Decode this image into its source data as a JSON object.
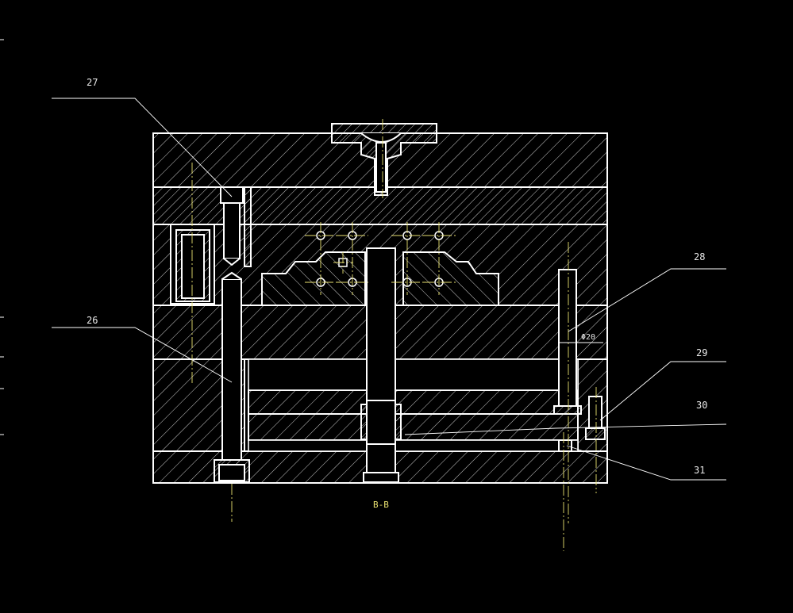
{
  "colors": {
    "background": "#000000",
    "outline": "#ffffff",
    "centerline": "#e8e070",
    "label": "#e8e8e8"
  },
  "labels": {
    "part_26": "26",
    "part_27": "27",
    "part_28": "28",
    "part_29": "29",
    "part_30": "30",
    "part_31": "31",
    "section": "B-B",
    "dimension": "Φ20"
  }
}
